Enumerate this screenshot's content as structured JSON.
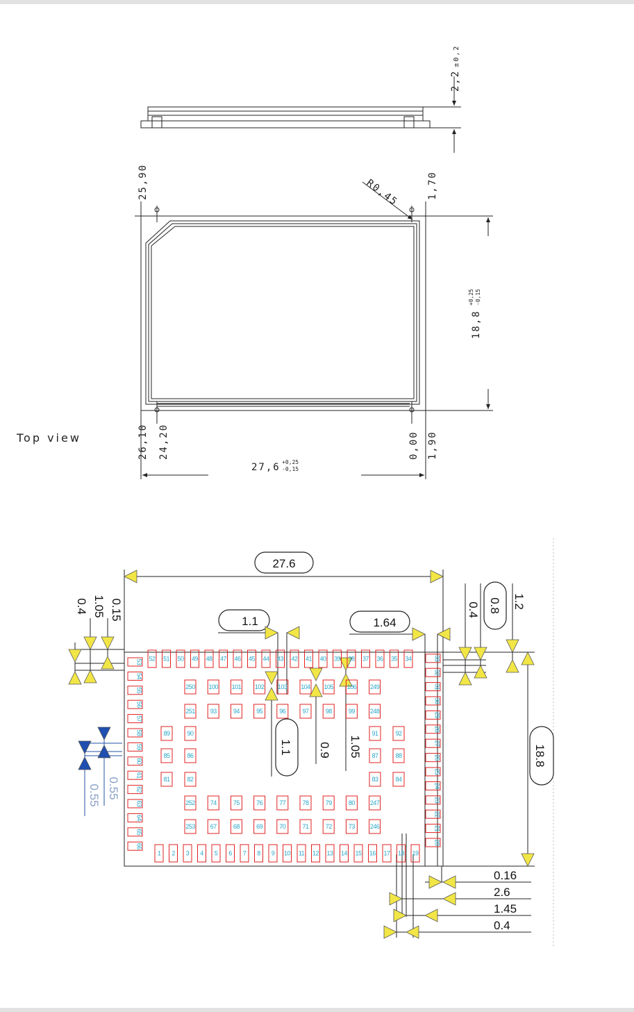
{
  "side_view": {
    "height_dim": "2,2",
    "height_tol": "±0,2"
  },
  "top_view": {
    "caption": "Top view",
    "coord_left_outer": "25,90",
    "coord_right_inner": "1,70",
    "radius": "R0,45",
    "coord_bottom_left_outer": "26,10",
    "coord_bottom_left_inner": "24,20",
    "coord_bottom_right_inner": "0,00",
    "coord_bottom_right_outer": "1,90",
    "width_dim": "27,6",
    "width_tol_plus": "+0,25",
    "width_tol_minus": "-0,15",
    "height_dim": "18,8",
    "height_tol_plus": "+0,25",
    "height_tol_minus": "-0,15"
  },
  "footprint": {
    "dim_width": "27.6",
    "dim_height": "18.8",
    "dim_pitch_top": "1.1",
    "dim_pad_width": "1.64",
    "dim_inner_1": "1.1",
    "dim_inner_2": "0.9",
    "dim_inner_3": "1.05",
    "left_vert_dims": [
      "0.15",
      "1.05",
      "0.4"
    ],
    "right_vert_dims": [
      "0.4",
      "0.8",
      "1.2"
    ],
    "blue_dims": [
      "0.55",
      "0.55"
    ],
    "bottom_right_dims": [
      "0.16",
      "2.6",
      "1.45",
      "0.4"
    ],
    "pins_bottom": [
      "1",
      "2",
      "3",
      "4",
      "5",
      "6",
      "7",
      "8",
      "9",
      "10",
      "11",
      "12",
      "13",
      "14",
      "15",
      "16",
      "17",
      "18",
      "19"
    ],
    "pins_right": [
      "20",
      "21",
      "22",
      "23",
      "24",
      "25",
      "26",
      "27",
      "28",
      "29",
      "30",
      "31",
      "32",
      "33"
    ],
    "pins_top": [
      "34",
      "35",
      "36",
      "37",
      "38",
      "39",
      "40",
      "41",
      "42",
      "43",
      "44",
      "45",
      "46",
      "47",
      "48",
      "49",
      "50",
      "51",
      "52"
    ],
    "pins_left": [
      "53",
      "54",
      "55",
      "56",
      "57",
      "58",
      "59",
      "60",
      "61",
      "62",
      "63",
      "64",
      "65",
      "66"
    ],
    "inner_rows": [
      [
        "250",
        "100",
        "101",
        "102",
        "103",
        "104",
        "105",
        "106",
        "249"
      ],
      [
        "251",
        "93",
        "94",
        "95",
        "96",
        "97",
        "98",
        "99",
        "248"
      ],
      [
        "252",
        "74",
        "75",
        "76",
        "77",
        "78",
        "79",
        "80",
        "247"
      ],
      [
        "253",
        "67",
        "68",
        "69",
        "70",
        "71",
        "72",
        "73",
        "246"
      ]
    ],
    "inner_left_cols": [
      [
        "89",
        "90"
      ],
      [
        "85",
        "86"
      ],
      [
        "81",
        "82"
      ]
    ],
    "inner_right_cols": [
      [
        "91",
        "92"
      ],
      [
        "87",
        "88"
      ],
      [
        "83",
        "84"
      ]
    ]
  }
}
